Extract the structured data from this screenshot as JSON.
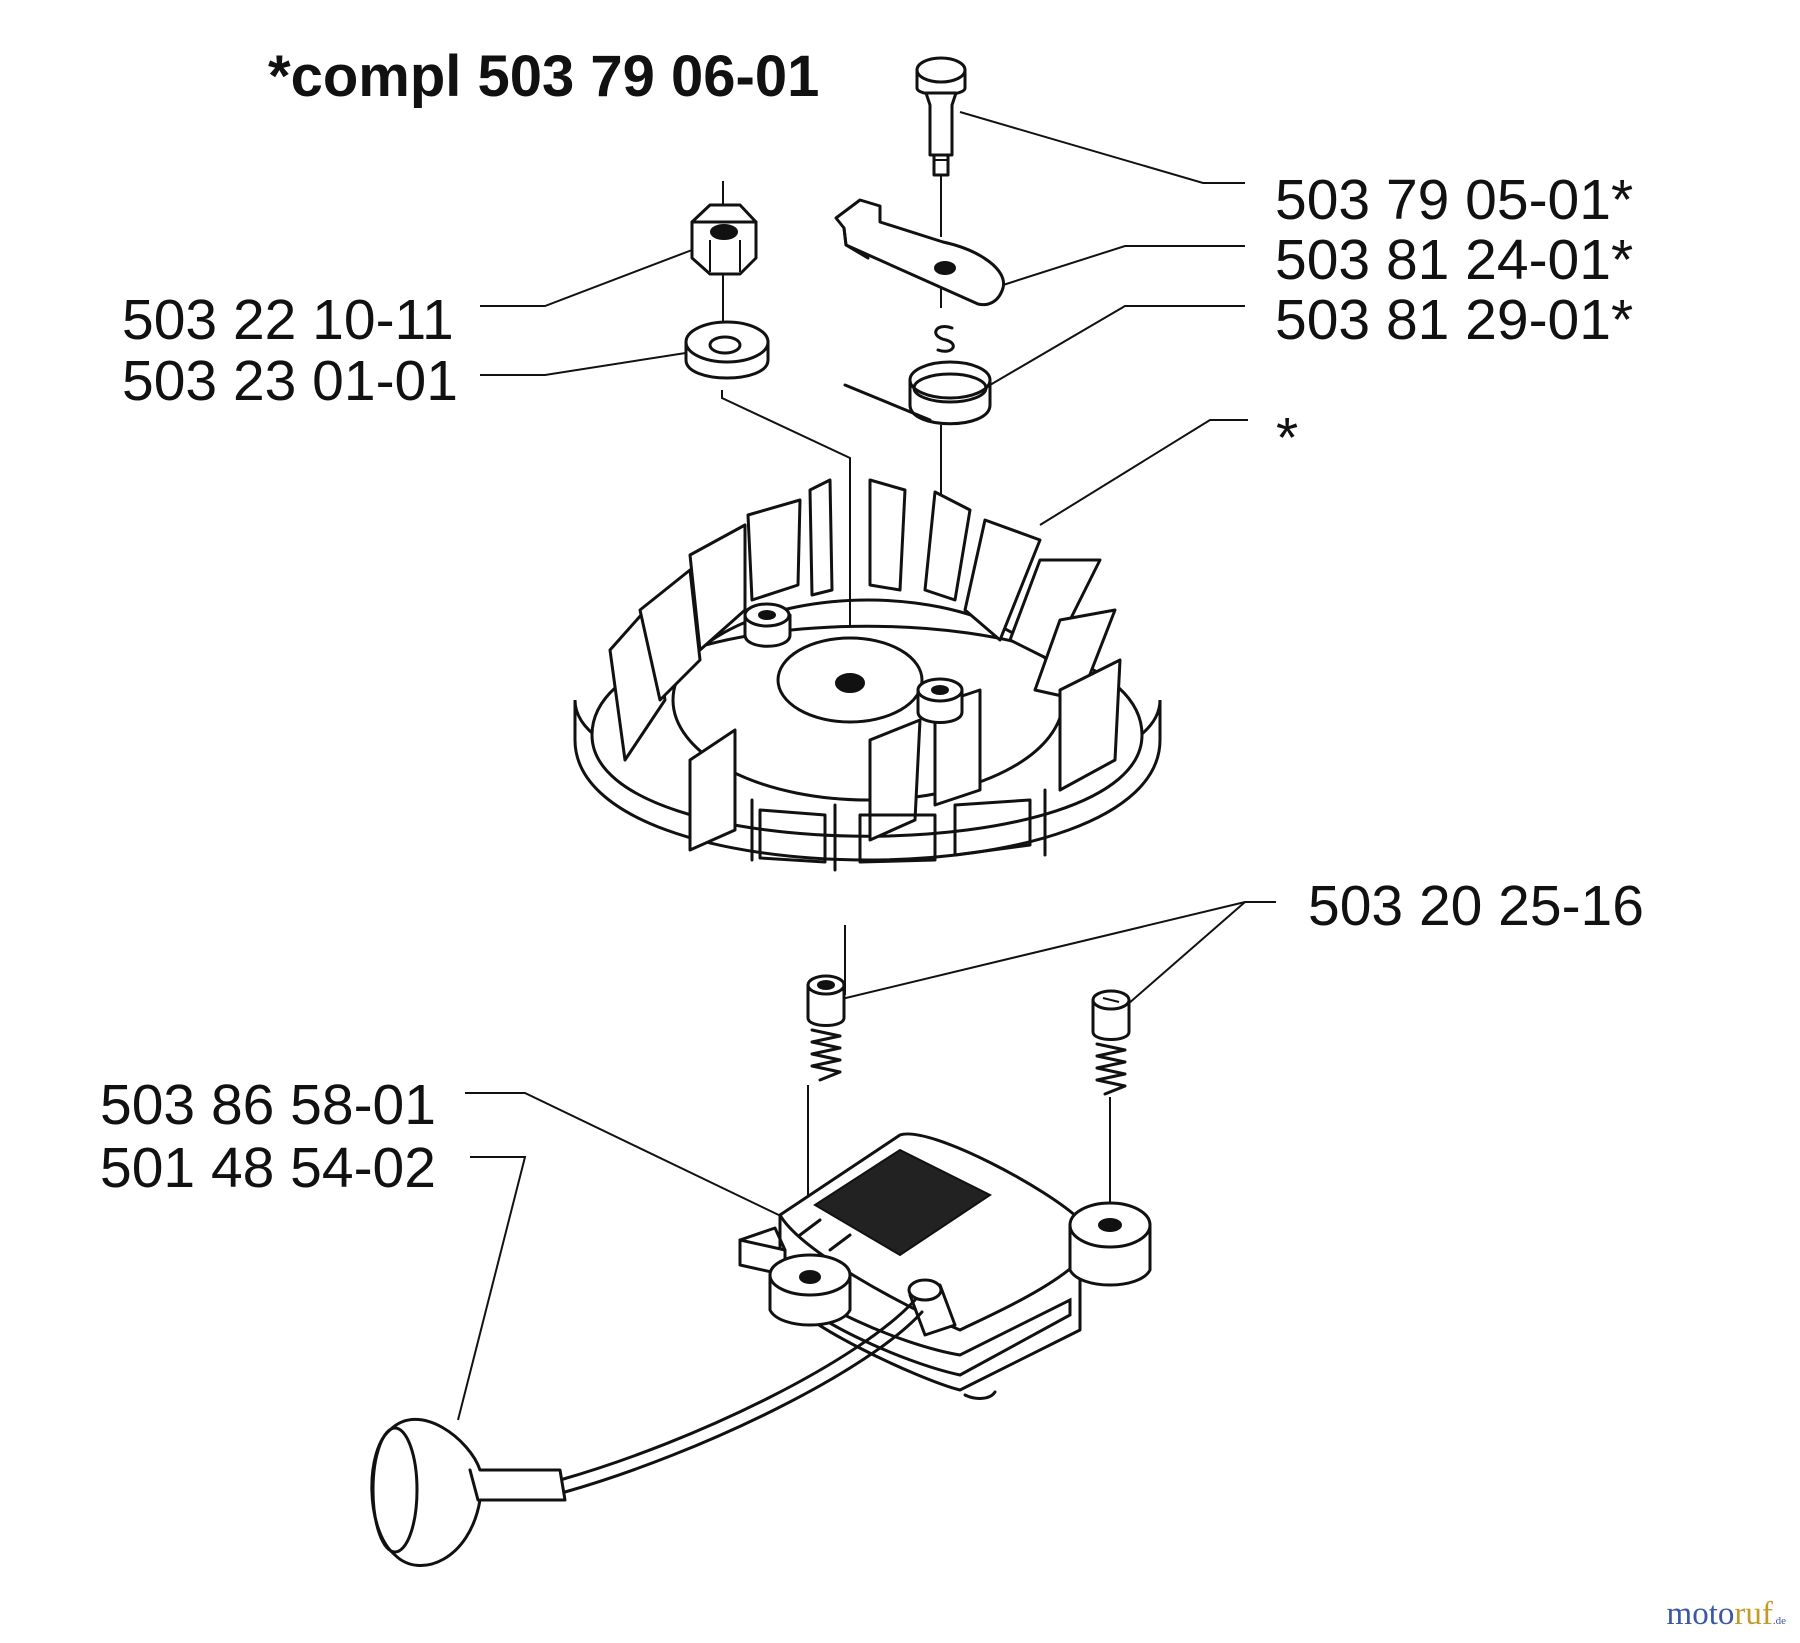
{
  "header": {
    "kit_label": "*compl 503 79 06-01"
  },
  "parts": [
    {
      "id": "pawl-pin",
      "part_number": "503 79 05-01*"
    },
    {
      "id": "pawl",
      "part_number": "503 81 24-01*"
    },
    {
      "id": "pawl-spring",
      "part_number": "503 81 29-01*"
    },
    {
      "id": "flywheel",
      "part_number": "*"
    },
    {
      "id": "nut",
      "part_number": "503 22 10-11"
    },
    {
      "id": "washer",
      "part_number": "503 23 01-01"
    },
    {
      "id": "screws",
      "part_number": "503 20 25-16"
    },
    {
      "id": "ignition-module",
      "part_number": "503 86 58-01"
    },
    {
      "id": "spark-plug-cap",
      "part_number": "501 48 54-02"
    }
  ],
  "watermark": {
    "part1": "moto",
    "part2": "ruf",
    "part3": ".de"
  }
}
